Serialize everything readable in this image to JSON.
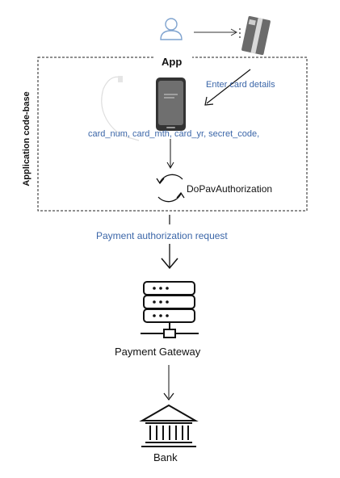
{
  "diagram": {
    "app_label": "App",
    "codebase_label": "Application code-base",
    "enter_card_label": "Enter card details",
    "card_fields_label": "card_num, card_mth, card_yr, secret_code,",
    "authorization_label": "DoPavAuthorization",
    "request_label": "Payment authorization request",
    "gateway_label": "Payment Gateway",
    "bank_label": "Bank"
  },
  "colors": {
    "accent_blue": "#3b66a8",
    "user_icon": "#7fa3cf",
    "line": "#111111"
  }
}
